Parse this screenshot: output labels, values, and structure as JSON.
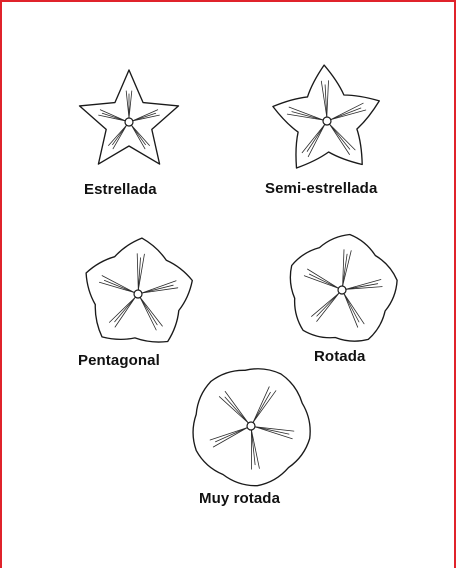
{
  "border_color": "#e0232b",
  "line_color": "#1a1a1a",
  "flowers": [
    {
      "label": "Estrellada",
      "shape": "star"
    },
    {
      "label": "Semi-estrellada",
      "shape": "semi-star"
    },
    {
      "label": "Pentagonal",
      "shape": "pentagonal"
    },
    {
      "label": "Rotada",
      "shape": "rotate"
    },
    {
      "label": "Muy rotada",
      "shape": "very-rotate"
    }
  ]
}
